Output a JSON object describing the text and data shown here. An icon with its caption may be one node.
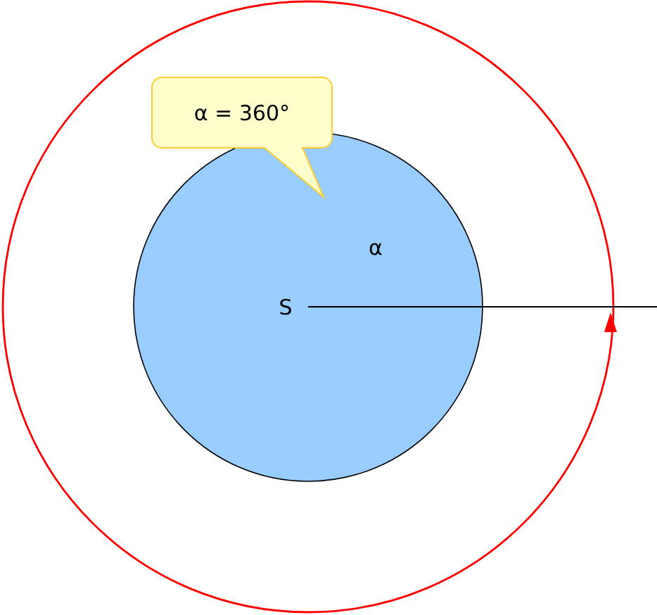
{
  "diagram": {
    "nodes": [
      {
        "text": [
          "S",
          "α"
        ]
      },
      {
        "text": [
          "α = 360°"
        ]
      }
    ]
  }
}
